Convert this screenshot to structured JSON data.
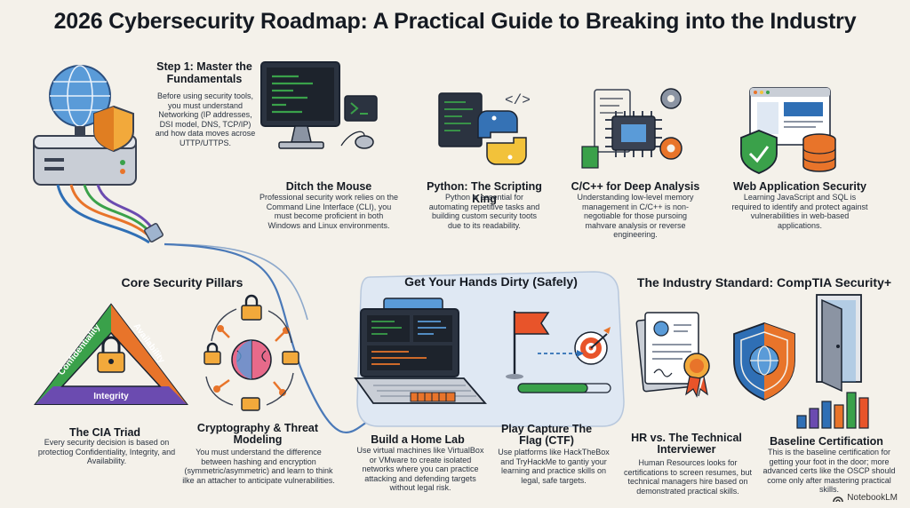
{
  "title": "2026 Cybersecurity Roadmap: A Practical Guide to Breaking into the Industry",
  "step1": {
    "heading": "Step 1: Master the Fundamentals",
    "body": "Before using security tools, you must understand Networking (IP addresses, DSI model, DNS, TCP/IP) and how data moves acrose UTTP/UTTPS.",
    "icon": "globe-server-shield-icon"
  },
  "top_items": [
    {
      "heading": "Ditch the Mouse",
      "body": "Professional security work relies on the Command Line Interface (CLI), you must become proficient in both Windows and Linux environments.",
      "icon": "terminal-monitor-icon"
    },
    {
      "heading": "Python: The Scripting King",
      "body": "Python is essential for automating repetitive tasks and building custom security toots due to its readability.",
      "icon": "python-logo-icon"
    },
    {
      "heading": "C/C++ for Deep Analysis",
      "body": "Understanding low-level memory management in C/C++ is non-negotiable for those pursoing mahvare analysis or reverse engineering.",
      "icon": "cpu-chip-icon"
    },
    {
      "heading": "Web Application Security",
      "body": "Learning JavaScript and SQL is required to identify and protect against vulnerabilities in web-based applications.",
      "icon": "web-database-shield-icon"
    }
  ],
  "core": {
    "section": "Core Security Pillars",
    "triangle_labels": {
      "left": "Confidentiality",
      "right": "Availability",
      "bottom": "Integrity"
    },
    "cia": {
      "heading": "The CIA Triad",
      "body": "Every security decision is based on protectiog Confidentiality, Integrity, and Availability."
    },
    "crypto": {
      "heading": "Cryptography & Threat Modeling",
      "body": "You must understand the difference between hashing and encryption (symmetric/asymmetric) and learn to think ilke an attacher to anticipate vulnerabilities."
    }
  },
  "hands": {
    "section": "Get Your Hands Dirty (Safely)",
    "lab": {
      "heading": "Build a Home Lab",
      "body": "Use virtual machines like VirtualBox or VMware to create isolated networks where you can practice attacking and defending targets without legal risk."
    },
    "ctf": {
      "heading": "Play Capture The Flag (CTF)",
      "body": "Use platforms like HackTheBox and TryHackMe to gantiy your learning and practice skills on legal, safe targets."
    }
  },
  "industry": {
    "section": "The Industry Standard: CompTIA Security+",
    "hr": {
      "heading": "HR vs. The Technical Interviewer",
      "body": "Human Resources looks for certifications to screen resumes, but technical managers hire based on demonstrated practical skills."
    },
    "baseline": {
      "heading": "Baseline Certification",
      "body": "This is the baseline certification for getting your foot in the door; more advanced certs like the OSCP should come only after mastering practical skills."
    }
  },
  "watermark": "NotebookLM",
  "colors": {
    "accent_blue": "#2f6fb5",
    "orange": "#e8742a",
    "green": "#3aa14a",
    "purple": "#6b4bb0"
  }
}
